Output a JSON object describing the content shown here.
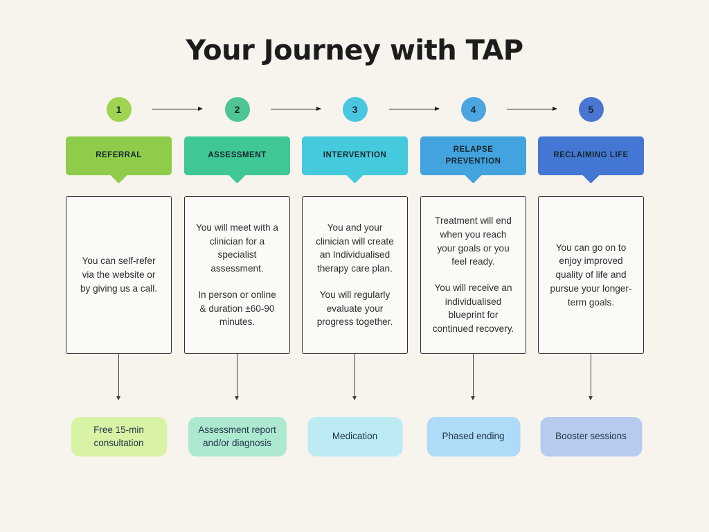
{
  "page": {
    "title": "Your Journey with TAP",
    "background_color": "#f7f4ee"
  },
  "colors": {
    "connector": "#1e1e1e",
    "flow_arrow": "#3d3d3d"
  },
  "steps": [
    {
      "number": "1",
      "label": "REFERRAL",
      "circle_color": "#9fd351",
      "header_color": "#8ecc4a",
      "paragraphs": [
        "You can self-refer via the website or by giving us a call."
      ],
      "outcome": "Free 15-min consultation",
      "outcome_color": "#d8f3a6"
    },
    {
      "number": "2",
      "label": "ASSESSMENT",
      "circle_color": "#4fc593",
      "header_color": "#3fc795",
      "paragraphs": [
        "You will meet with a clinician for a specialist assessment.",
        "In person or online & duration ±60-90 minutes."
      ],
      "outcome": "Assessment report and/or diagnosis",
      "outcome_color": "#ade8d0"
    },
    {
      "number": "3",
      "label": "INTERVENTION",
      "circle_color": "#49c6e0",
      "header_color": "#45cadd",
      "paragraphs": [
        "You and your clinician will create an Individualised therapy care plan.",
        "You will regularly evaluate your progress together."
      ],
      "outcome": "Medication",
      "outcome_color": "#bcebf4"
    },
    {
      "number": "4",
      "label": "RELAPSE PREVENTION",
      "circle_color": "#4da5e0",
      "header_color": "#43a3de",
      "paragraphs": [
        "Treatment will end when you reach your goals or you feel ready.",
        "You will receive an individualised blueprint for continued recovery."
      ],
      "outcome": "Phased ending",
      "outcome_color": "#aedbf8"
    },
    {
      "number": "5",
      "label": "RECLAIMING LIFE",
      "circle_color": "#4a76d2",
      "header_color": "#4377d3",
      "paragraphs": [
        "You can go on to enjoy improved quality of life and pursue your longer-term goals."
      ],
      "outcome": "Booster sessions",
      "outcome_color": "#b7cbee"
    }
  ]
}
